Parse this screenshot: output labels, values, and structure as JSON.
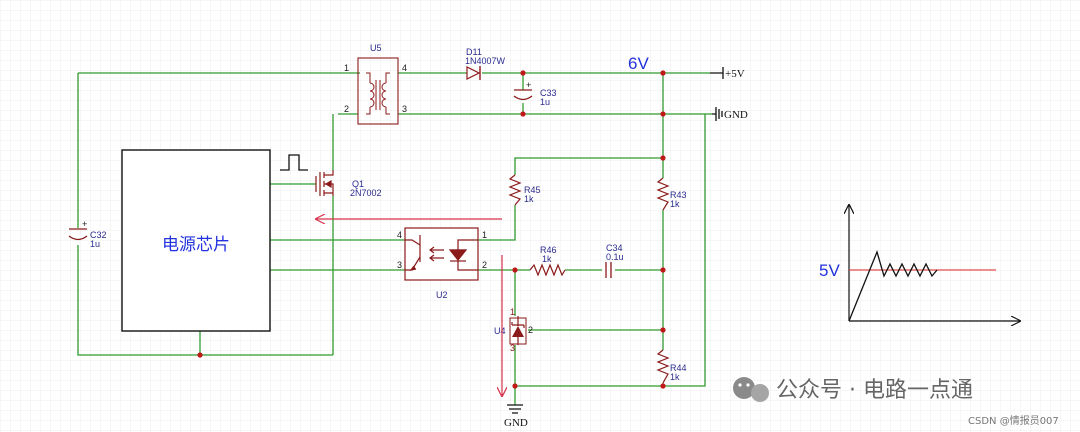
{
  "components": {
    "u5": {
      "ref": "U5",
      "pins": [
        "1",
        "2",
        "3",
        "4"
      ]
    },
    "d11": {
      "ref": "D11",
      "value": "1N4007W"
    },
    "c33": {
      "ref": "C33",
      "value": "1u"
    },
    "c32": {
      "ref": "C32",
      "value": "1u"
    },
    "c34": {
      "ref": "C34",
      "value": "0.1u"
    },
    "q1": {
      "ref": "Q1",
      "value": "2N7002"
    },
    "r45": {
      "ref": "R45",
      "value": "1k"
    },
    "r43": {
      "ref": "R43",
      "value": "1k"
    },
    "r46": {
      "ref": "R46",
      "value": "1k"
    },
    "r44": {
      "ref": "R44",
      "value": "1k"
    },
    "u2": {
      "ref": "U2",
      "pins": [
        "4",
        "3",
        "1",
        "2"
      ]
    },
    "u4": {
      "ref": "U4",
      "pins": [
        "1",
        "2",
        "3"
      ]
    }
  },
  "chip_label": "电源芯片",
  "net_labels": {
    "vout": "6V",
    "plus5v": "+5V",
    "gnd_top": "GND",
    "gnd_bottom": "GND"
  },
  "waveform_label": "5V",
  "watermark": {
    "text": "公众号 · 电路一点通",
    "csdn": "CSDN @情报员007"
  },
  "colors": {
    "wire": "#2f9b2f",
    "symbol": "#a41b1b",
    "arrow": "#d6304a",
    "label": "#2b2b8f",
    "annotation": "#2233dd"
  }
}
